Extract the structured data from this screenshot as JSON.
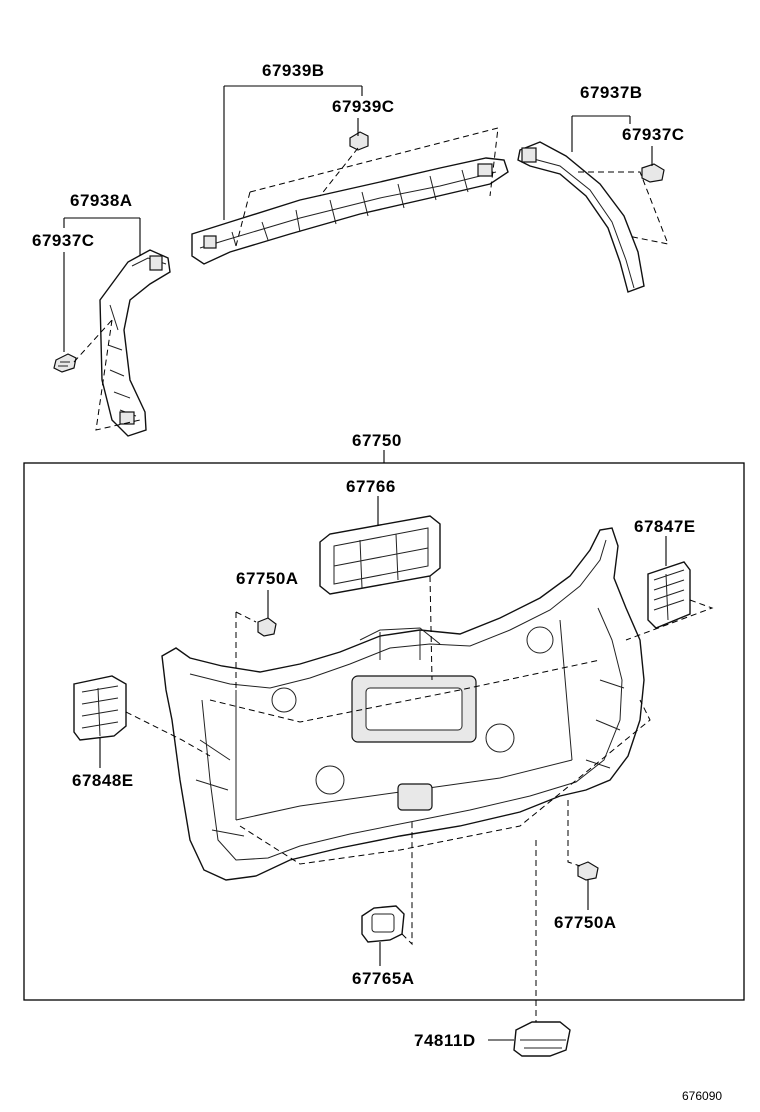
{
  "callouts": {
    "c67939B": "67939B",
    "c67939C": "67939C",
    "c67937B": "67937B",
    "c67937C_right": "67937C",
    "c67938A": "67938A",
    "c67937C_left": "67937C",
    "c67750": "67750",
    "c67766": "67766",
    "c67847E": "67847E",
    "c67750A_upper": "67750A",
    "c67848E": "67848E",
    "c67750A_lower": "67750A",
    "c67765A": "67765A",
    "c74811D": "74811D"
  },
  "figure_number": "676090"
}
